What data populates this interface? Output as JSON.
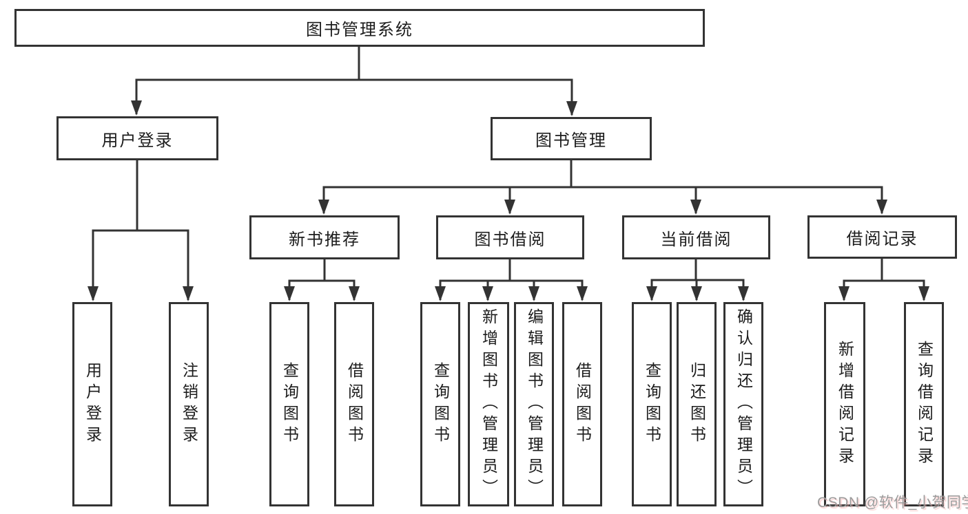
{
  "diagram": {
    "title": "图书管理系统",
    "type": "hierarchy-tree",
    "tree": {
      "label": "图书管理系统",
      "children": [
        {
          "label": "用户登录",
          "children": [
            {
              "label": "用户登录"
            },
            {
              "label": "注销登录"
            }
          ]
        },
        {
          "label": "图书管理",
          "children": [
            {
              "label": "新书推荐",
              "children": [
                {
                  "label": "查询图书"
                },
                {
                  "label": "借阅图书"
                }
              ]
            },
            {
              "label": "图书借阅",
              "children": [
                {
                  "label": "查询图书"
                },
                {
                  "label": "新增图书（管理员）"
                },
                {
                  "label": "编辑图书（管理员）"
                },
                {
                  "label": "借阅图书"
                }
              ]
            },
            {
              "label": "当前借阅",
              "children": [
                {
                  "label": "查询图书"
                },
                {
                  "label": "归还图书"
                },
                {
                  "label": "确认归还（管理员）"
                }
              ]
            },
            {
              "label": "借阅记录",
              "children": [
                {
                  "label": "新增借阅记录"
                },
                {
                  "label": "查询借阅记录"
                }
              ]
            }
          ]
        }
      ]
    }
  },
  "watermark": {
    "text": "CSDN @软件_小贺同学"
  },
  "colors": {
    "line": "#333333",
    "node_border": "#333333",
    "node_fill": "#ffffff",
    "text": "#1c1c1c",
    "background": "#ffffff",
    "watermark": "#9b9b9b"
  }
}
